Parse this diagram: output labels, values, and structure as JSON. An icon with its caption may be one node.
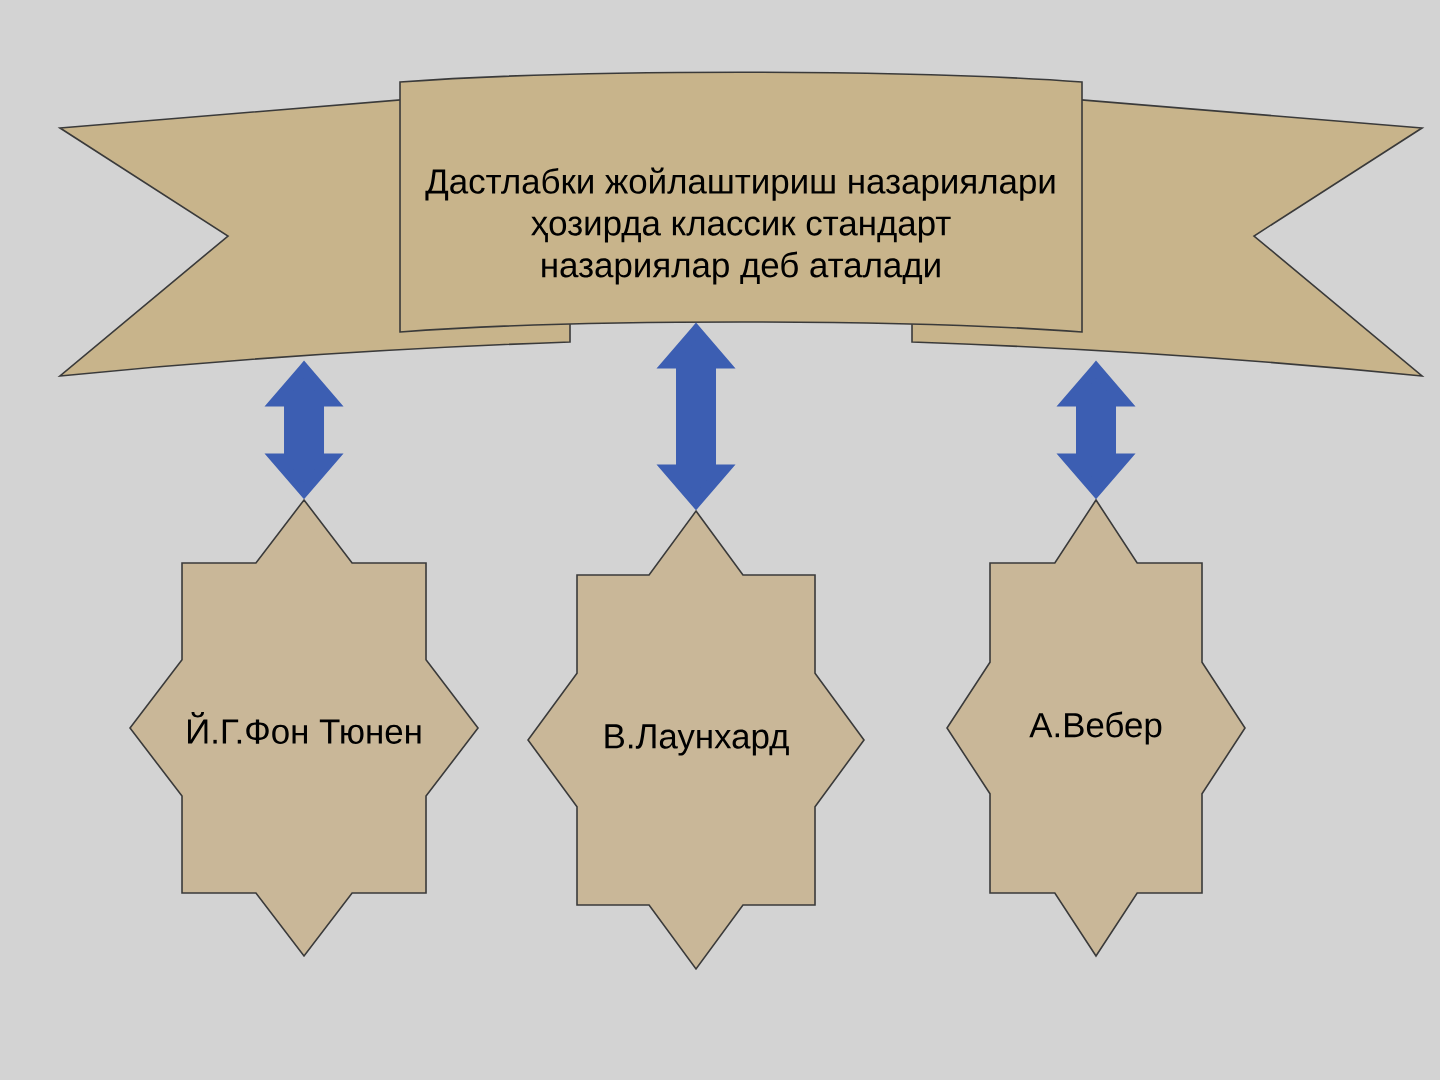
{
  "diagram": {
    "nodes": [
      {
        "text": [
          "Дастлабки жойлаштириш назариялари ҳозирда классик стандарт назариялар деб аталади"
        ]
      },
      {
        "text": [
          "Й.Г.Фон Тюнен"
        ]
      },
      {
        "text": [
          "В.Лаунхард"
        ]
      },
      {
        "text": [
          "А.Вебер"
        ]
      }
    ],
    "edges": [
      {
        "from": 0,
        "to": 1,
        "arrow": "both"
      },
      {
        "from": 0,
        "to": 2,
        "arrow": "both"
      },
      {
        "from": 0,
        "to": 3,
        "arrow": "both"
      }
    ]
  }
}
